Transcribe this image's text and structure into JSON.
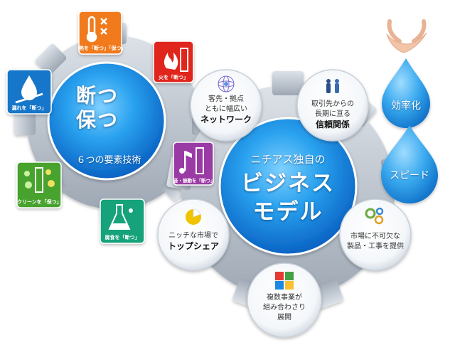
{
  "hub_left": {
    "title_line1": "断つ",
    "title_line2": "保つ",
    "subtitle": "６つの要素技術",
    "tiles": [
      {
        "label": "熱を「断つ」「保つ」",
        "icon": "thermometer-icon",
        "color": "#f07a1e"
      },
      {
        "label": "火を「断つ」",
        "icon": "fire-icon",
        "color": "#e0261e"
      },
      {
        "label": "漏れを「断つ」",
        "icon": "water-drop-icon",
        "color": "#1576c9"
      },
      {
        "label": "音・振動を「断つ」",
        "icon": "music-note-icon",
        "color": "#9a3aa5"
      },
      {
        "label": "クリーンを「保つ」",
        "icon": "clean-icon",
        "color": "#46a22e"
      },
      {
        "label": "腐食を「断つ」",
        "icon": "flask-icon",
        "color": "#19a27a"
      }
    ]
  },
  "hub_right": {
    "subtitle": "ニチアス独自の",
    "title_line1": "ビジネス",
    "title_line2": "モデル",
    "nodes": [
      {
        "line1": "客先・拠点",
        "line2": "ともに幅広い",
        "bold": "ネットワーク",
        "icon": "network-icon"
      },
      {
        "line1": "取引先からの",
        "line2": "長期に亘る",
        "bold": "信頼関係",
        "icon": "handshake-icon"
      },
      {
        "line1": "ニッチな市場で",
        "line2": "",
        "bold": "トップシェア",
        "icon": "pie-chart-icon"
      },
      {
        "line1": "市場に不可欠な",
        "line2": "製品・工事を提供",
        "bold": "",
        "icon": "gears-icon"
      },
      {
        "line1": "複数事業が",
        "line2": "組み合わさり",
        "line3": "展開",
        "icon": "puzzle-icon"
      }
    ]
  },
  "drops": [
    {
      "label": "効率化"
    },
    {
      "label": "スピード"
    }
  ],
  "colors": {
    "hub_blue": "#1a8fe0",
    "gear_gray": "#b7bfc9"
  }
}
